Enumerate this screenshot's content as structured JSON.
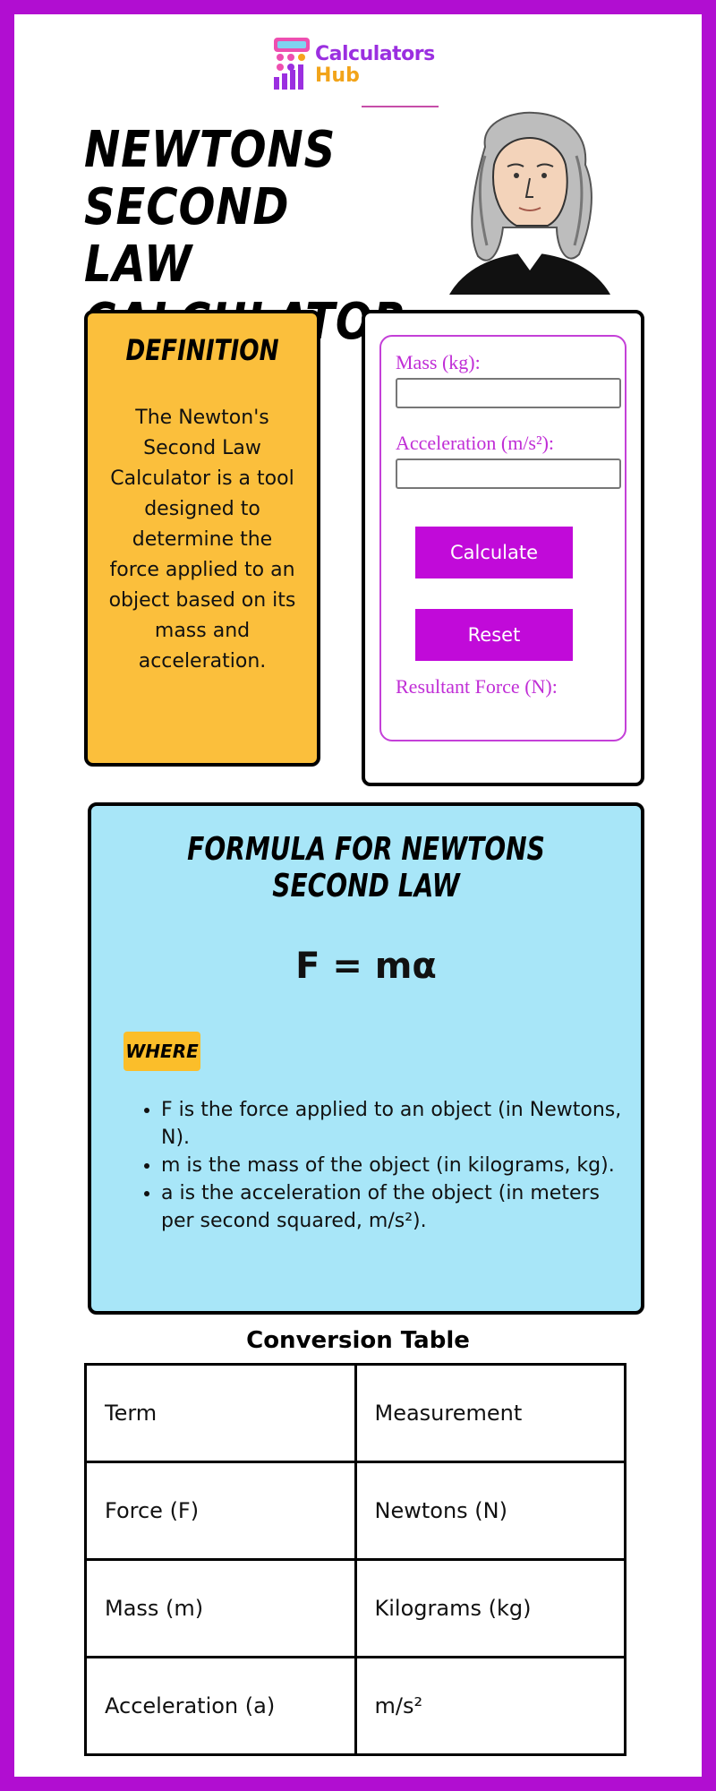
{
  "brand": {
    "name_line1": "Calculators",
    "name_line2": "Hub",
    "colors": {
      "border": "#b10ed1",
      "primary": "#9b2fe0",
      "accent": "#f2a41a"
    }
  },
  "header": {
    "title": "NEWTONS SECOND LAW CALCULATOR"
  },
  "definition": {
    "title": "DEFINITION",
    "body": "The Newton's Second Law Calculator is a tool designed to determine the force applied to an object based on its mass and acceleration."
  },
  "calculator": {
    "mass_label": "Mass (kg):",
    "mass_value": "",
    "acceleration_label": "Acceleration (m/s²):",
    "acceleration_value": "",
    "calculate_label": "Calculate",
    "reset_label": "Reset",
    "result_label": "Resultant Force (N):"
  },
  "formula": {
    "title": "FORMULA FOR NEWTONS SECOND LAW",
    "equation": "F = mα",
    "where_label": "WHERE",
    "items": [
      "F is the force applied to an object (in Newtons, N).",
      "m is the mass of the object (in kilograms, kg).",
      "a is the acceleration of the object (in meters per second squared, m/s²)."
    ]
  },
  "conversion_table": {
    "title": "Conversion Table",
    "rows": [
      [
        "Term",
        "Measurement"
      ],
      [
        "Force (F)",
        "Newtons (N)"
      ],
      [
        "Mass (m)",
        "Kilograms (kg)"
      ],
      [
        "Acceleration (a)",
        "m/s²"
      ]
    ]
  }
}
